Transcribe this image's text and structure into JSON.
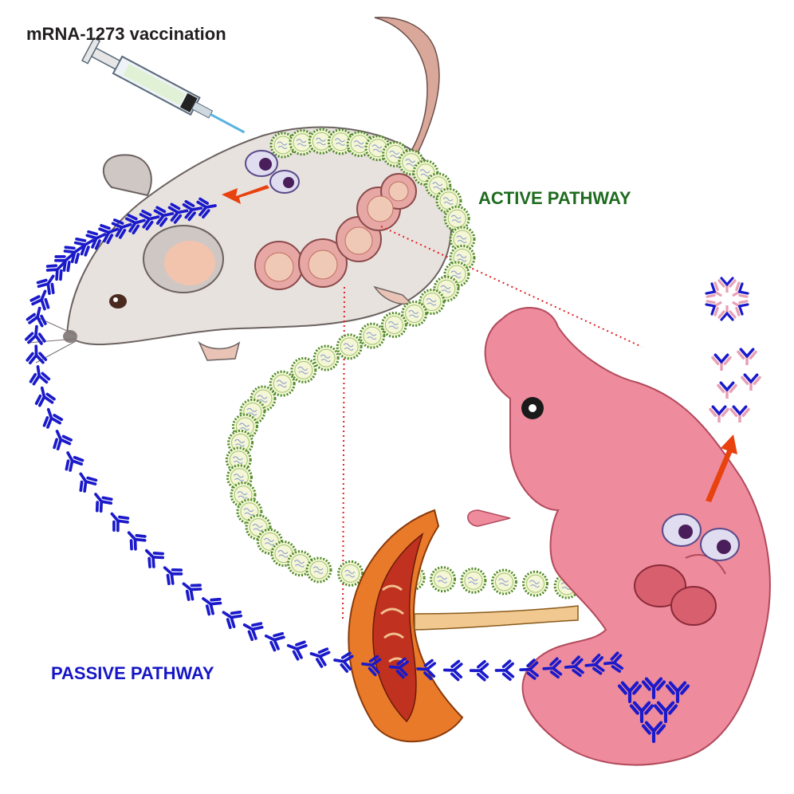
{
  "labels": {
    "title": "mRNA-1273 vaccination",
    "active": "ACTIVE PATHWAY",
    "passive": "PASSIVE PATHWAY"
  },
  "colors": {
    "title": "#231f20",
    "active": "#1f6b1f",
    "passive": "#1515c8",
    "antibody_heavy": "#1a1acb",
    "antibody_light": "#e8a0b4",
    "arrow": "#e8420f",
    "vesicle_ring": "#4f8a2a",
    "vesicle_fill": "#f4f6d6",
    "dotted_line": "#e02020",
    "mouse_body": "#e8e2df",
    "pup_body": "#ee8b9c",
    "placenta": "#e87a2a"
  },
  "icons": [
    "syringe-icon",
    "mouse-icon",
    "pup-icon",
    "placenta-icon",
    "antibody-icon",
    "lnp-vesicle-icon",
    "immune-cell-icon",
    "arrow-icon"
  ]
}
